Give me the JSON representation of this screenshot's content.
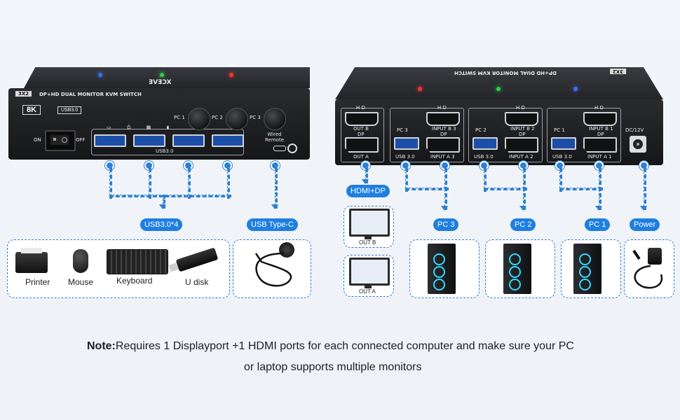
{
  "front_device": {
    "badge_8k": "8K",
    "badge_usb": "USB3.0",
    "top_brand": "XCEVE",
    "top_model": "DP+HD DUAL MONITOR KVM SWITCH",
    "model_tag": "3X2",
    "switch_on": "ON",
    "switch_off": "OFF",
    "usb_label": "USB3.0",
    "pc_labels": [
      "PC 1",
      "PC 2",
      "PC 3"
    ],
    "wired_remote": "Wired\nRemote"
  },
  "back_device": {
    "top_model": "DP+HD DUAL MONITOR KVM SWITCH",
    "model_tag": "3X2",
    "out_b": "OUT B",
    "out_a": "OUT A",
    "hd": "H D",
    "dp": "DP",
    "groups": [
      {
        "pc": "PC 3",
        "input_top": "INPUT B 3",
        "usb": "USB 3.0",
        "input_bottom": "INPUT A 3"
      },
      {
        "pc": "PC 2",
        "input_top": "INPUT B 2",
        "usb": "USB 3.0",
        "input_bottom": "INPUT A 2"
      },
      {
        "pc": "PC 1",
        "input_top": "INPUT B 1",
        "usb": "USB 3.0",
        "input_bottom": "INPUT A 1"
      }
    ],
    "power_label": "DC/12V"
  },
  "pills": {
    "usb30x4": "USB3.0*4",
    "usb_typec": "USB Type-C",
    "hdmi_dp": "HDMI+DP",
    "pc3": "PC 3",
    "pc2": "PC 2",
    "pc1": "PC 1",
    "power": "Power"
  },
  "peripherals": {
    "printer": "Printer",
    "mouse": "Mouse",
    "keyboard": "Keyboard",
    "udisk": "U disk"
  },
  "monitors": {
    "out_b": "OUT B",
    "out_a": "OUT A"
  },
  "note": {
    "bold": "Note:",
    "line1": "Requires 1 Displayport +1 HDMI ports for each connected computer and make sure your PC",
    "line2": "or laptop supports multiple monitors"
  },
  "colors": {
    "accent": "#1f7fe0",
    "led_blue": "#3b6bff",
    "led_green": "#2bd04a",
    "led_red": "#ff3030"
  }
}
